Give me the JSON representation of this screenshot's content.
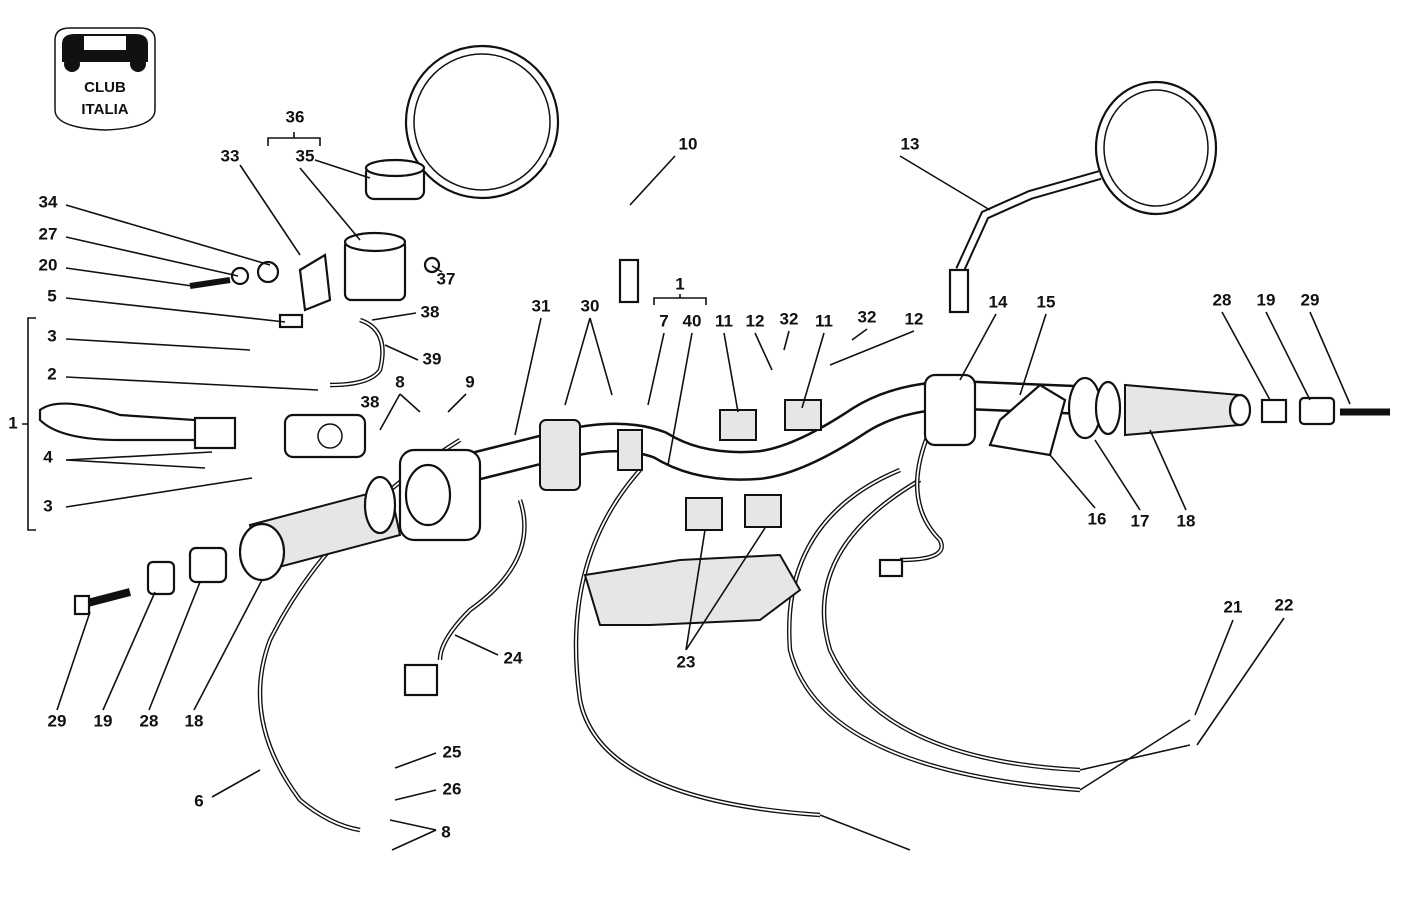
{
  "logo": {
    "line1": "CLUB",
    "line2": "ITALIA"
  },
  "callouts": [
    "36",
    "33",
    "35",
    "34",
    "27",
    "20",
    "5",
    "3",
    "2",
    "1",
    "4",
    "3",
    "37",
    "38",
    "39",
    "38",
    "8",
    "9",
    "10",
    "13",
    "31",
    "30",
    "1",
    "7",
    "40",
    "11",
    "12",
    "32",
    "11",
    "32",
    "12",
    "14",
    "15",
    "28",
    "19",
    "29",
    "16",
    "17",
    "18",
    "29",
    "19",
    "28",
    "18",
    "24",
    "23",
    "21",
    "22",
    "25",
    "26",
    "8",
    "6"
  ]
}
